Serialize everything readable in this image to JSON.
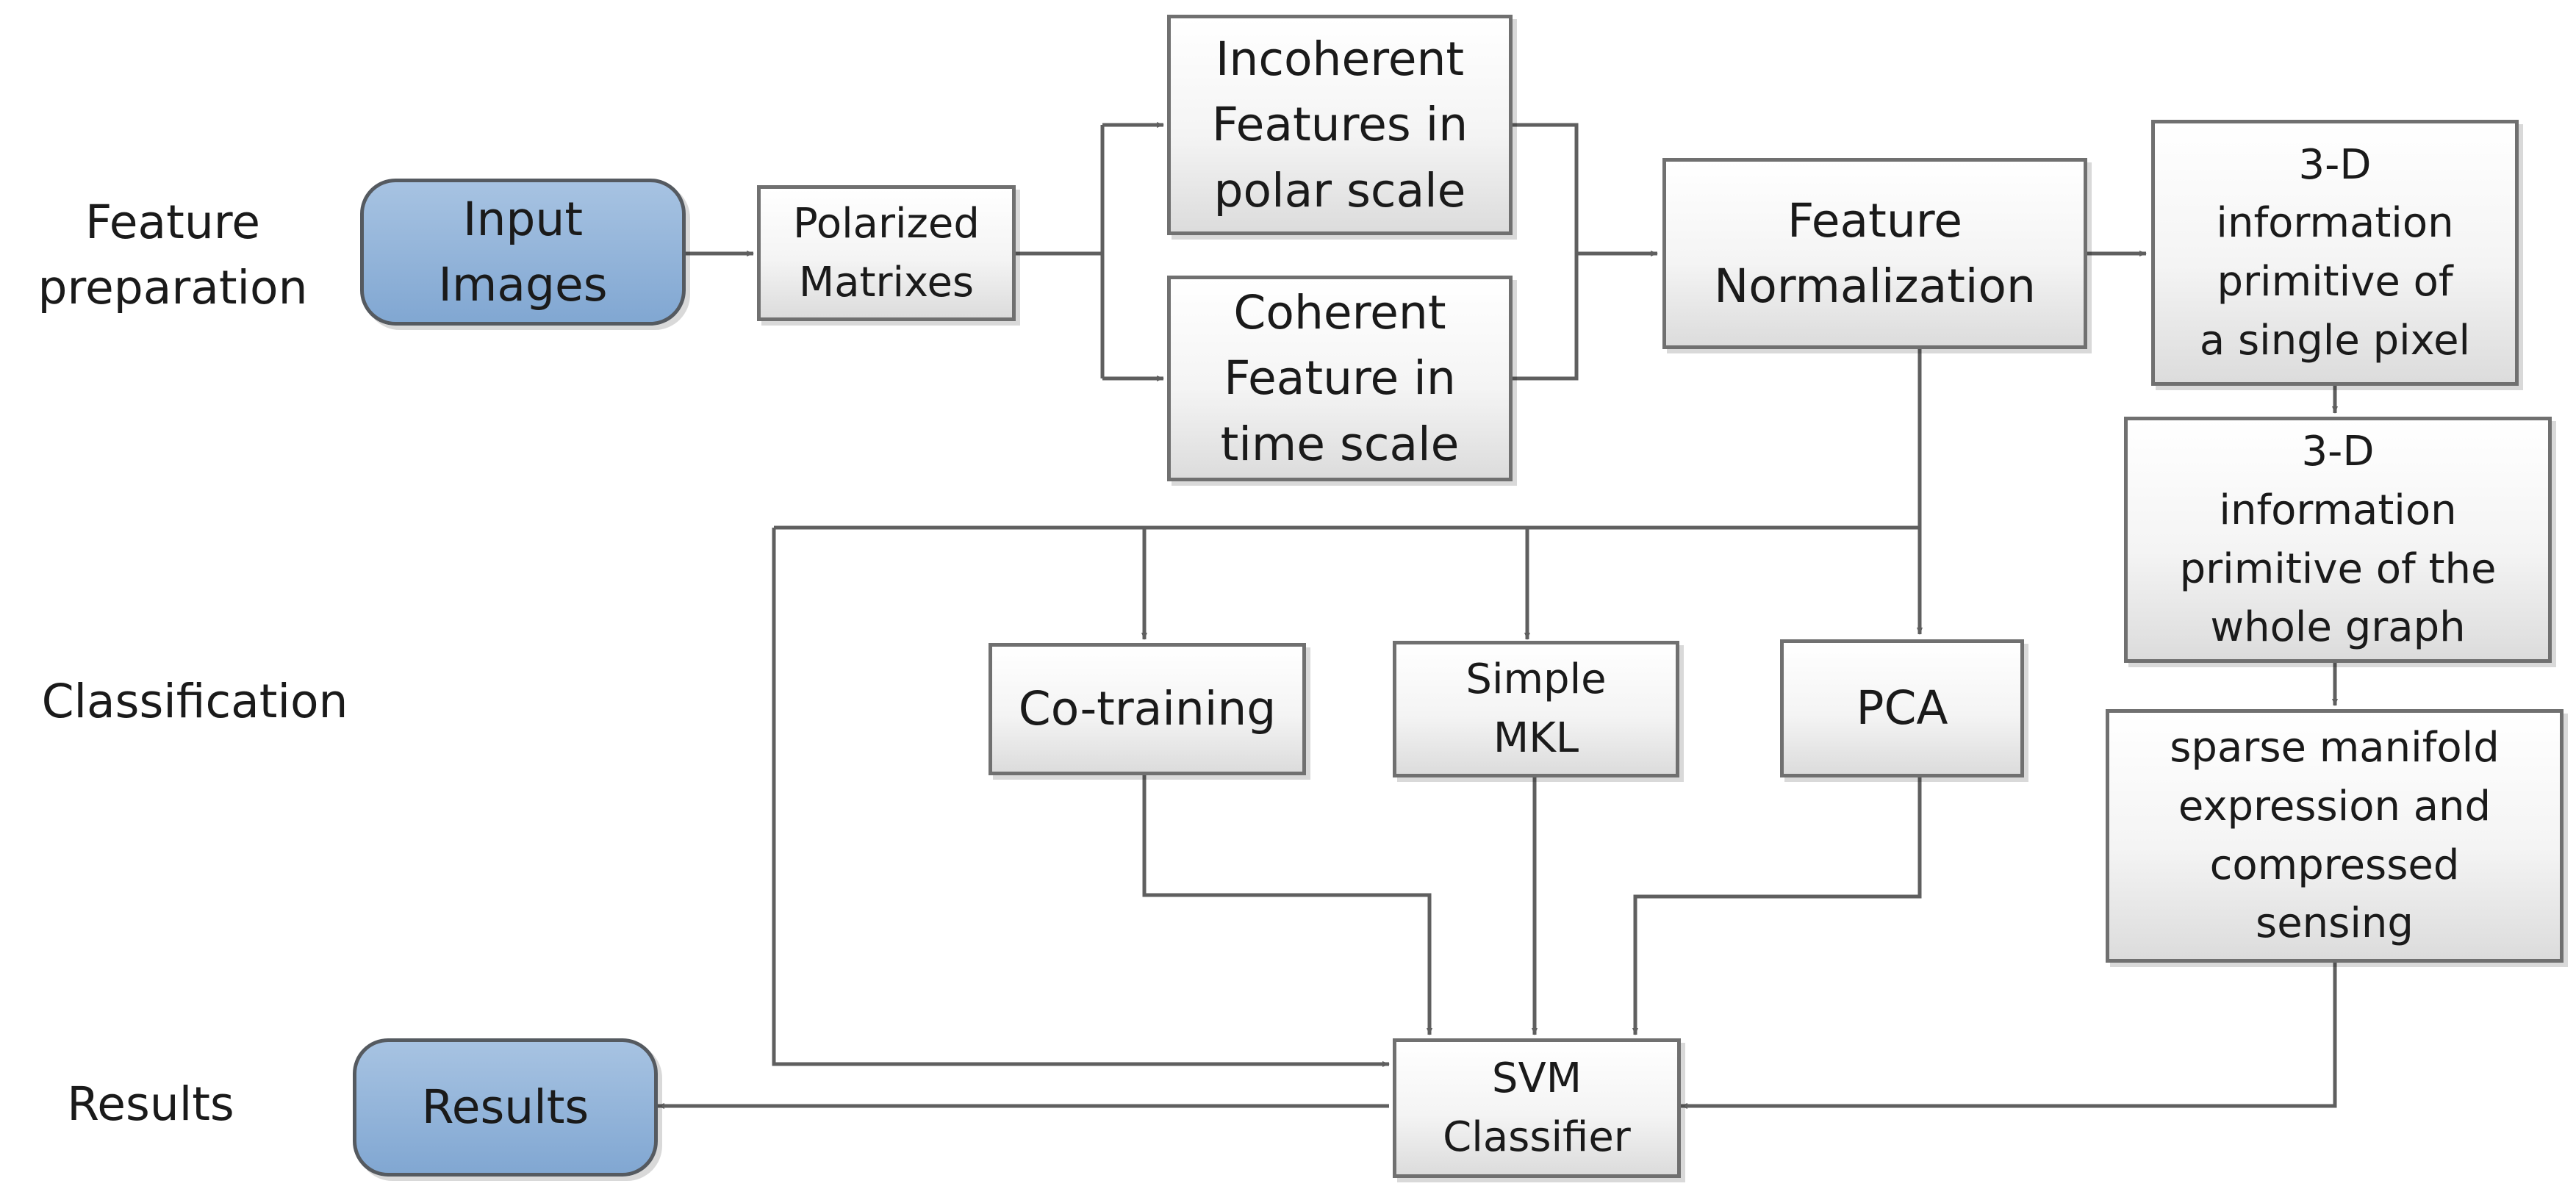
{
  "rows": {
    "feature_preparation": "Feature\npreparation",
    "classification": "Classification",
    "results": "Results"
  },
  "nodes": {
    "input_images": "Input\nImages",
    "polarized_matrixes": "Polarized\nMatrixes",
    "incoherent_features": "Incoherent\nFeatures in\npolar scale",
    "coherent_feature": "Coherent\nFeature in\ntime scale",
    "feature_normalization": "Feature\nNormalization",
    "info_primitive_pixel": "3-D\ninformation\nprimitive of\na single pixel",
    "info_primitive_graph": "3-D\ninformation\nprimitive of the\nwhole graph",
    "sparse_manifold": "sparse manifold\nexpression and\ncompressed\nsensing",
    "co_training": "Co-training",
    "simple_mkl": "Simple\nMKL",
    "pca": "PCA",
    "svm_classifier": "SVM\nClassifier",
    "results": "Results"
  },
  "colors": {
    "edge": "#5f5f5f",
    "rounded_fill": "#8fb1d8",
    "box_border": "#707070"
  }
}
